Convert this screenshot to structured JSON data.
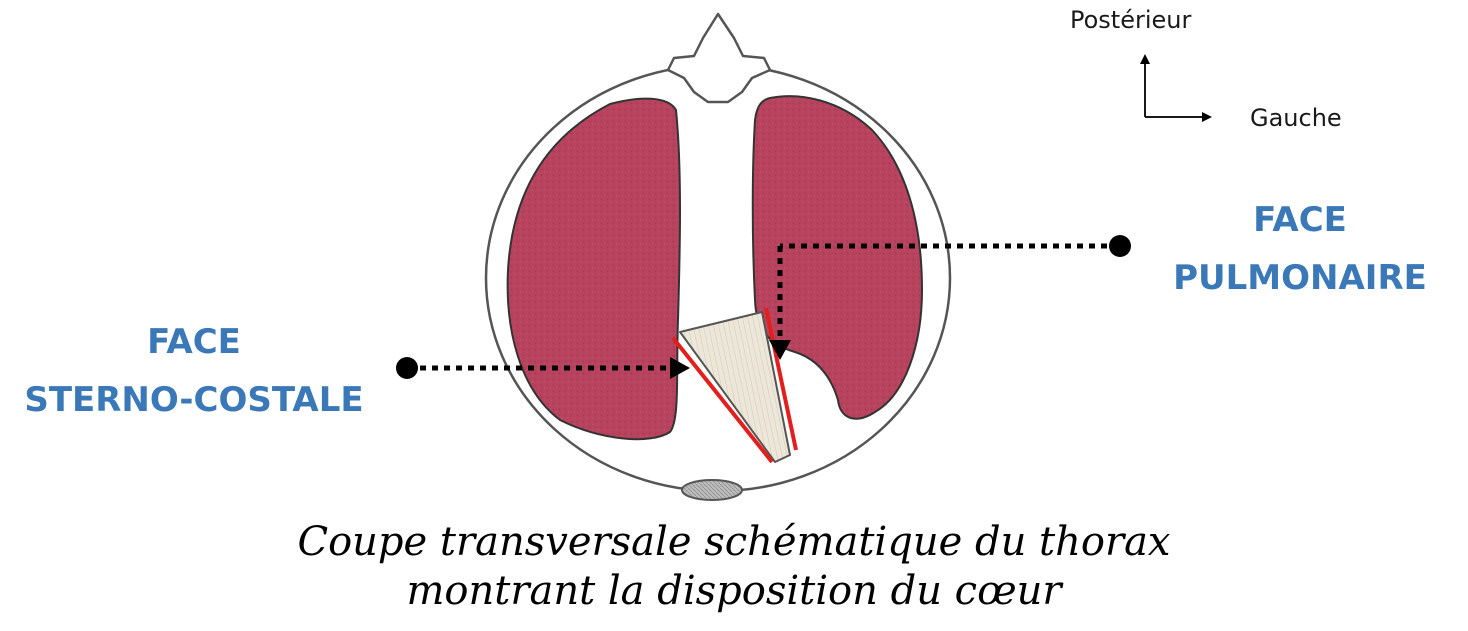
{
  "orientation": {
    "up_label": "Postérieur",
    "right_label": "Gauche"
  },
  "labels": {
    "sterno_costale": {
      "line1": "FACE",
      "line2": "STERNO-COSTALE"
    },
    "pulmonaire": {
      "line1": "FACE",
      "line2": "PULMONAIRE"
    }
  },
  "caption": {
    "line1": "Coupe transversale schématique du thorax",
    "line2": "montrant la disposition du cœur"
  },
  "colors": {
    "label_blue": "#3a78b8",
    "lung_fill": "#b8435e",
    "heart_fill": "#ede7da",
    "face_line_red": "#e41d1d",
    "outline": "#333333",
    "sternum_fill": "#b5b5b5"
  }
}
